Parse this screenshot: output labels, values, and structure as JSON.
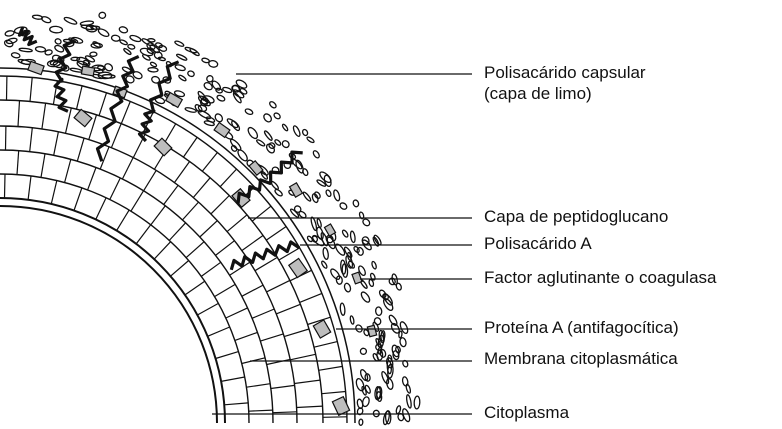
{
  "diagram": {
    "labels": {
      "capsule_line1": "Polisacárido capsular",
      "capsule_line2": "(capa de limo)",
      "peptidoglycan": "Capa de peptidoglucano",
      "polysaccharide_a": "Polisacárido A",
      "clumping_factor": "Factor aglutinante o coagulasa",
      "protein_a": "Proteína A (antifagocítica)",
      "membrane": "Membrana citoplasmática",
      "cytoplasm": "Citoplasma"
    },
    "colors": {
      "ink": "#111111",
      "surface_protein_fill": "#bdbdbd",
      "background": "#ffffff"
    }
  }
}
